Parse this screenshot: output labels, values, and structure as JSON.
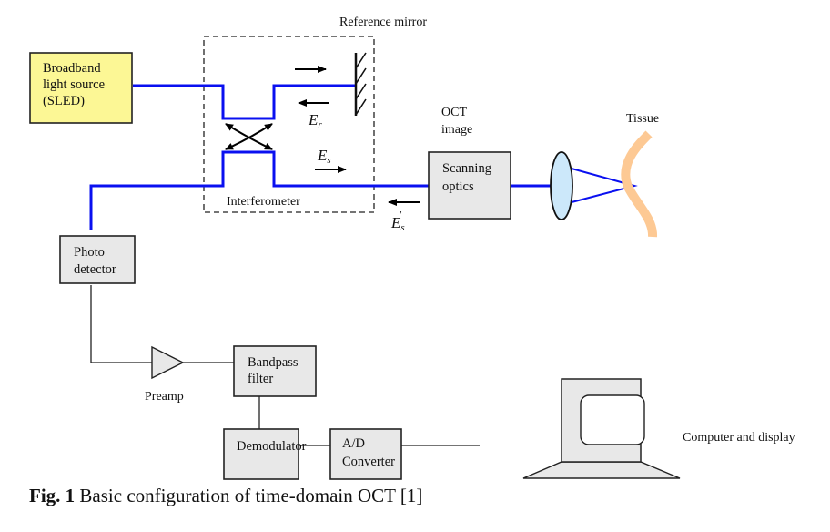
{
  "diagram": {
    "title": "Basic configuration of time-domain OCT",
    "colors": {
      "fiber": "#0a10f0",
      "source_fill": "#fcf795",
      "box_fill": "#e8e8e8",
      "lens_fill": "#cce8fa",
      "tissue": "#fdc994"
    },
    "labels": {
      "reference_mirror": "Reference mirror",
      "interferometer": "Interferometer",
      "oct_image_line1": "OCT",
      "oct_image_line2": "image",
      "tissue": "Tissue",
      "preamp": "Preamp",
      "computer": "Computer and display"
    },
    "blocks": {
      "source": [
        "Broadband",
        "light source",
        "(SLED)"
      ],
      "scanning_optics": [
        "Scanning",
        "optics"
      ],
      "photo_detector": [
        "Photo",
        "detector"
      ],
      "bandpass_filter": [
        "Bandpass",
        "filter"
      ],
      "demodulator": [
        "Demodulator"
      ],
      "ad_converter": [
        "A/D",
        "Converter"
      ]
    },
    "fields": {
      "er": {
        "base": "E",
        "sub": "r"
      },
      "es": {
        "base": "E",
        "sub": "s"
      },
      "es_prime": {
        "base": "E",
        "sub": "s",
        "sup": "'"
      }
    }
  },
  "caption": {
    "prefix": "Fig. 1",
    "text": " Basic configuration of time-domain OCT [1]"
  }
}
